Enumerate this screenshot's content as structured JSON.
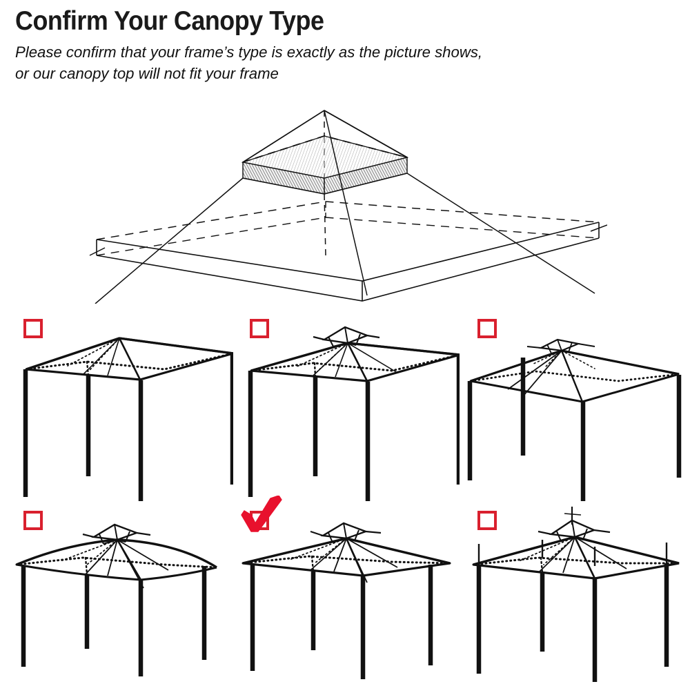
{
  "header": {
    "title": "Confirm Your Canopy Type",
    "subtitle_line1": "Please confirm that your frame’s type is exactly as the picture shows,",
    "subtitle_line2": "or our canopy top will not fit your frame"
  },
  "colors": {
    "checkbox_red": "#d9202e",
    "check_red": "#e8112d",
    "line_black": "#111111",
    "background": "#ffffff"
  },
  "hero": {
    "name": "two-tier-canopy-top-diagram",
    "description": "Exploded line drawing of a two-tier gazebo canopy top with vented upper tier"
  },
  "options": {
    "rows": [
      {
        "cells": [
          {
            "id": "option-1",
            "checked": false,
            "frame_name": "single-tier-peaked-canopy-frame",
            "roof_style": "peaked",
            "has_vent_top": false,
            "posts_above_roof": false
          },
          {
            "id": "option-2",
            "checked": false,
            "frame_name": "two-tier-peaked-canopy-frame",
            "roof_style": "peaked",
            "has_vent_top": true,
            "posts_above_roof": false
          },
          {
            "id": "option-3",
            "checked": false,
            "frame_name": "two-tier-flat-canopy-frame",
            "roof_style": "flat",
            "has_vent_top": true,
            "posts_above_roof": false
          }
        ]
      },
      {
        "cells": [
          {
            "id": "option-4",
            "checked": false,
            "frame_name": "two-tier-curved-canopy-frame",
            "roof_style": "curved",
            "has_vent_top": true,
            "posts_above_roof": false
          },
          {
            "id": "option-5",
            "checked": true,
            "frame_name": "two-tier-peaked-canopy-frame-selected",
            "roof_style": "peaked",
            "has_vent_top": true,
            "posts_above_roof": false
          },
          {
            "id": "option-6",
            "checked": false,
            "frame_name": "two-tier-spire-canopy-frame",
            "roof_style": "peaked",
            "has_vent_top": true,
            "posts_above_roof": true
          }
        ]
      }
    ]
  }
}
